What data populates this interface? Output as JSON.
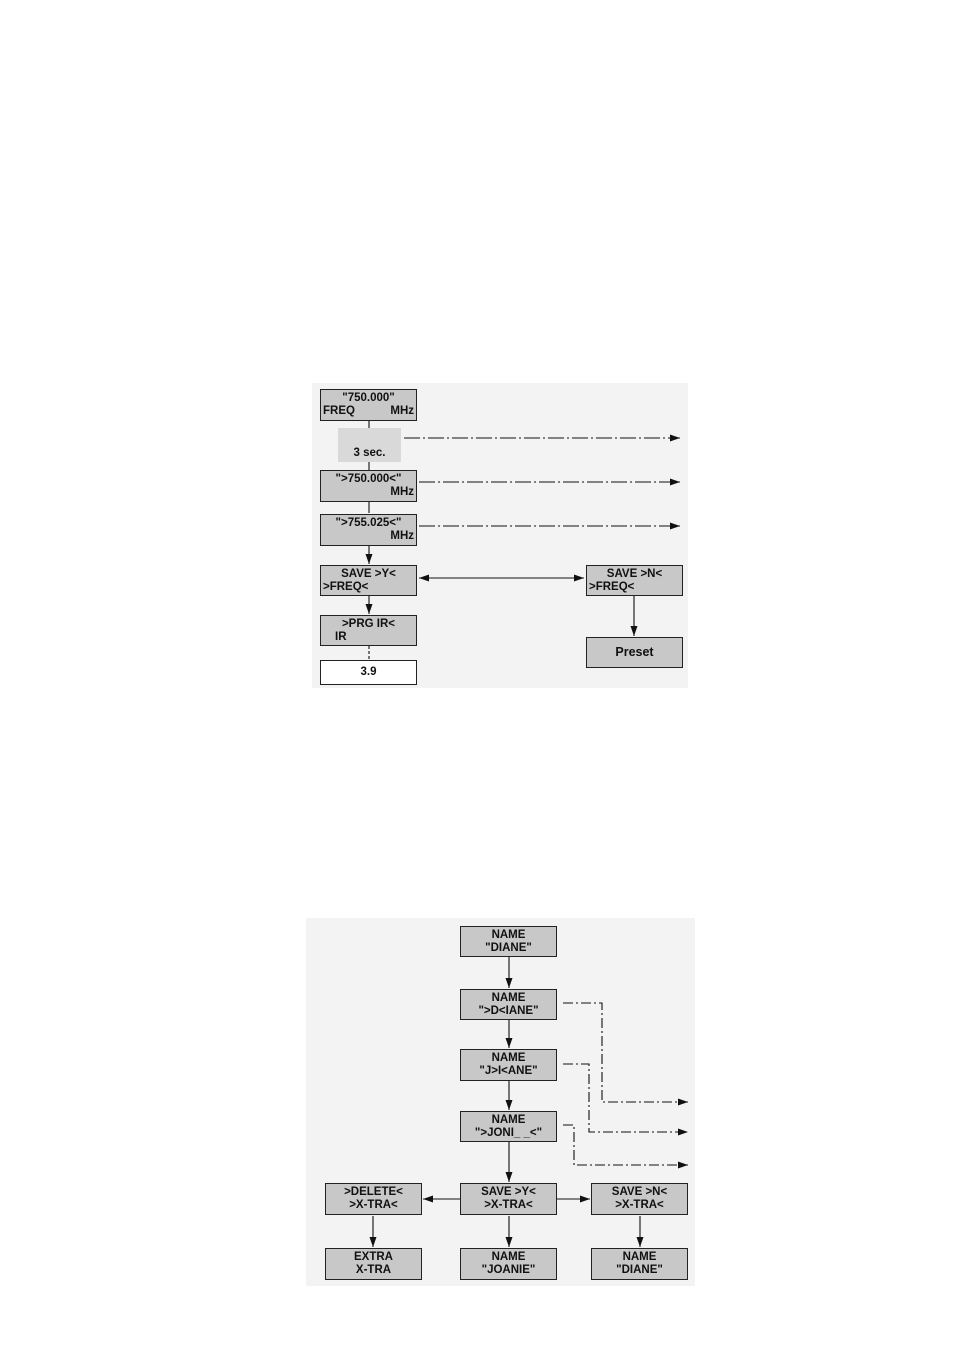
{
  "diagram1": {
    "box_freq": {
      "line1": "\"750.000\"",
      "line2_left": "FREQ",
      "line2_right": "MHz"
    },
    "timer": {
      "label": "3 sec."
    },
    "box_edit1": {
      "line1": "\">750.000<\"",
      "line2": "MHz"
    },
    "box_edit2": {
      "line1": "\">755.025<\"",
      "line2": "MHz"
    },
    "box_save_y": {
      "line1": "SAVE >Y<",
      "line2": ">FREQ<"
    },
    "box_save_n": {
      "line1": "SAVE >N<",
      "line2": ">FREQ<"
    },
    "box_prg_ir": {
      "line1": ">PRG IR<",
      "line2": "IR"
    },
    "box_ref": {
      "label": "3.9"
    },
    "box_preset": {
      "label": "Preset"
    }
  },
  "diagram2": {
    "box_name_diane": {
      "line1": "NAME",
      "line2": "\"DIANE\""
    },
    "box_name_edit1": {
      "line1": "NAME",
      "line2": "\">D<IANE\""
    },
    "box_name_edit2": {
      "line1": "NAME",
      "line2": "\"J>I<ANE\""
    },
    "box_name_edit3": {
      "line1": "NAME",
      "line2": "\">JONI_ _<\""
    },
    "box_delete": {
      "line1": ">DELETE<",
      "line2": ">X-TRA<"
    },
    "box_save_y": {
      "line1": "SAVE >Y<",
      "line2": ">X-TRA<"
    },
    "box_save_n": {
      "line1": "SAVE >N<",
      "line2": ">X-TRA<"
    },
    "box_extra": {
      "line1": "EXTRA",
      "line2": "X-TRA"
    },
    "box_result_joanie": {
      "line1": "NAME",
      "line2": "\"JOANIE\""
    },
    "box_result_diane": {
      "line1": "NAME",
      "line2": "\"DIANE\""
    }
  }
}
